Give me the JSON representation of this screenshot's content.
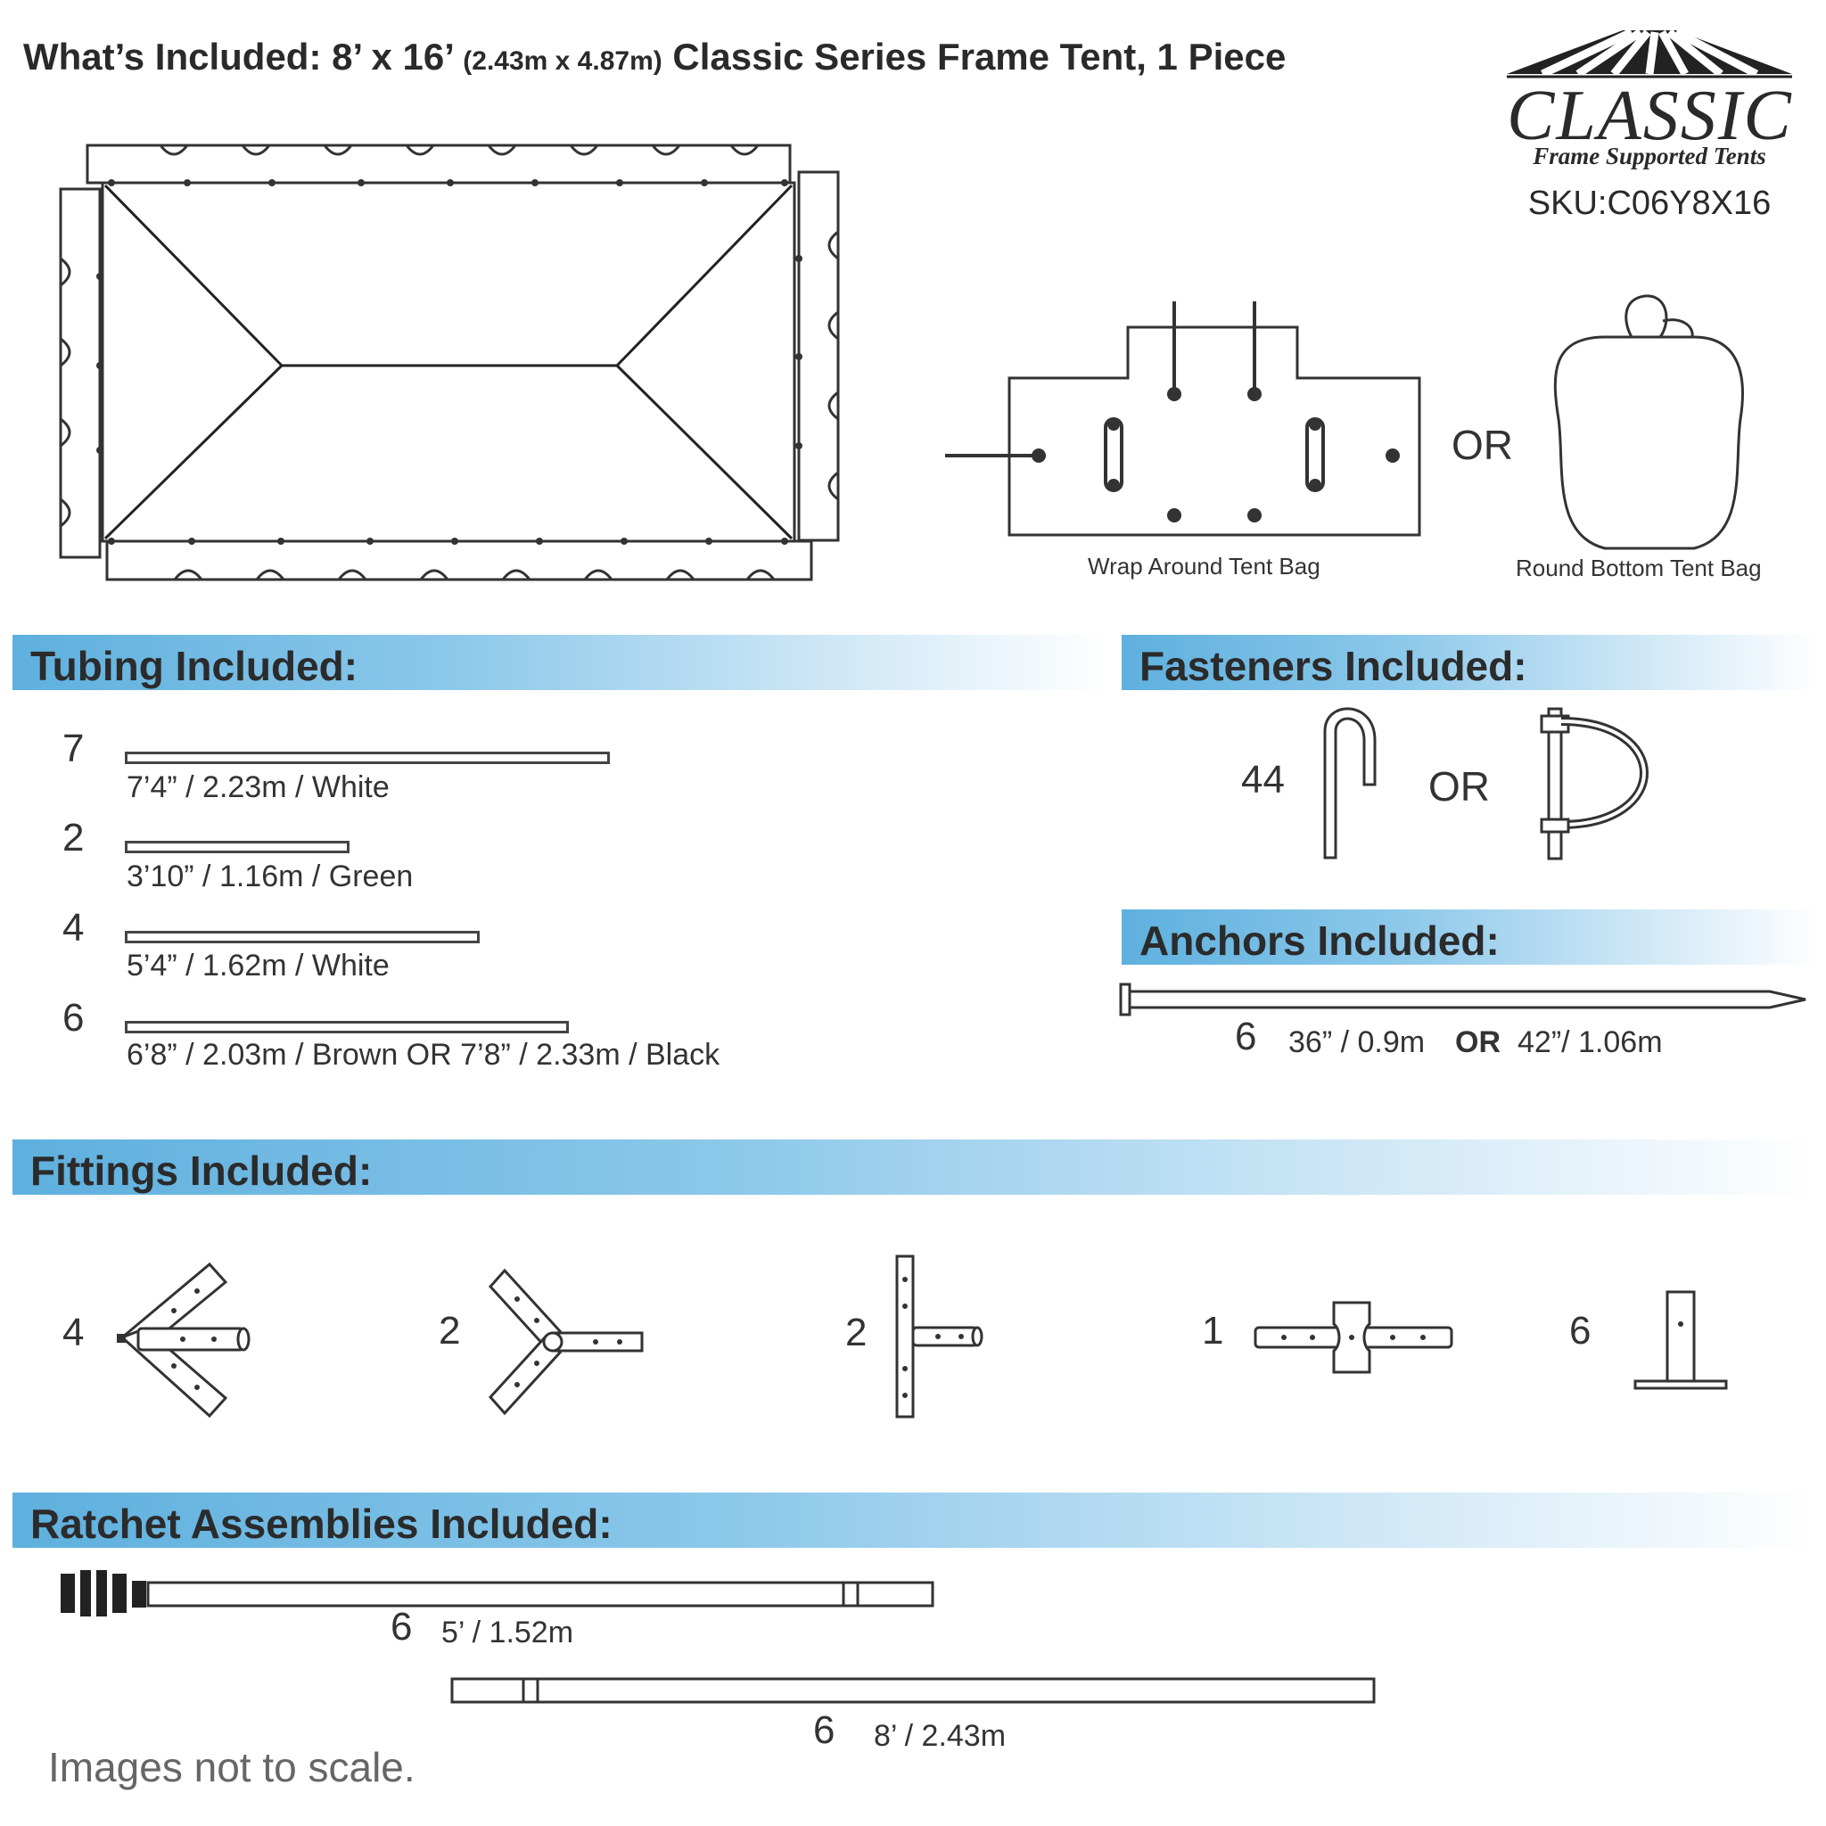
{
  "header": {
    "title_main": "What’s Included: 8’ x 16’",
    "title_metric": "(2.43m x 4.87m)",
    "title_rest": "Classic Series Frame Tent, 1 Piece"
  },
  "brand": {
    "wordmark": "CLASSIC",
    "tagline": "Frame Supported Tents",
    "sku": "SKU:C06Y8X16"
  },
  "bags": {
    "wrap_label": "Wrap Around Tent Bag",
    "or_text": "OR",
    "round_label": "Round Bottom Tent Bag"
  },
  "tubing": {
    "heading": "Tubing Included:",
    "items": [
      {
        "qty": "7",
        "label": "7’4” / 2.23m  /  White"
      },
      {
        "qty": "2",
        "label": "3’10” / 1.16m  /  Green"
      },
      {
        "qty": "4",
        "label": "5’4” / 1.62m / White"
      },
      {
        "qty": "6",
        "label": "6’8” / 2.03m / Brown OR 7’8” / 2.33m / Black"
      }
    ]
  },
  "fasteners": {
    "heading": "Fasteners Included:",
    "qty": "44",
    "or_text": "OR"
  },
  "anchors": {
    "heading": "Anchors Included:",
    "qty": "6",
    "size_a": "36” / 0.9m",
    "or_text": "OR",
    "size_b": "42”/ 1.06m"
  },
  "fittings": {
    "heading": "Fittings Included:",
    "items": [
      {
        "qty": "4",
        "icon": "corner-fitting-icon"
      },
      {
        "qty": "2",
        "icon": "side-fitting-icon"
      },
      {
        "qty": "2",
        "icon": "tee-fitting-icon"
      },
      {
        "qty": "1",
        "icon": "ridge-fitting-icon"
      },
      {
        "qty": "6",
        "icon": "foot-plate-icon"
      }
    ]
  },
  "ratchets": {
    "heading": "Ratchet Assemblies Included:",
    "items": [
      {
        "qty": "6",
        "label": "5’ / 1.52m"
      },
      {
        "qty": "6",
        "label": "8’ / 2.43m"
      }
    ]
  },
  "footer": {
    "note": "Images not to scale."
  }
}
